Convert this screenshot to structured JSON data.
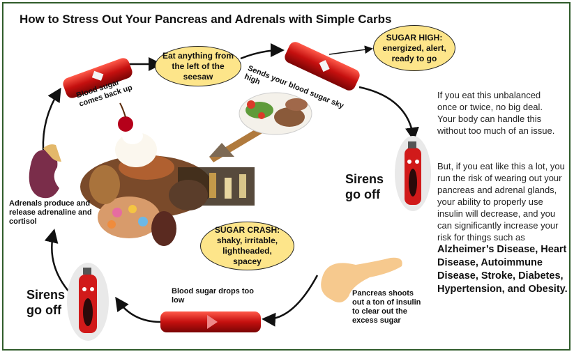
{
  "title": "How to Stress Out Your Pancreas and Adrenals with Simple Carbs",
  "steps": {
    "eat": "Eat anything from the left of the seesaw",
    "sky_high": "Sends your blood sugar sky high",
    "sugar_high": {
      "heading": "SUGAR HIGH:",
      "body": "energized, alert, ready to go"
    },
    "sirens_right": "Sirens go off",
    "pancreas": "Pancreas shoots out a ton of insulin to clear out the excess sugar",
    "drops": "Blood sugar drops too low",
    "sugar_crash": {
      "heading": "SUGAR CRASH:",
      "body": "shaky, irritable, lightheaded, spacey"
    },
    "sirens_left": "Sirens go off",
    "adrenals": "Adrenals produce and release adrenaline and cortisol",
    "comes_back": "Blood sugar comes back up"
  },
  "side_text": {
    "para1": "If you eat this unbalanced once or twice, no big deal. Your body can handle this without too much of an issue.",
    "para2": "But, if you eat like this a lot, you run the risk of wearing out your pancreas and adrenal glands, your ability to properly use insulin will decrease, and you can significantly increase your risk for things such as",
    "conditions": "Alzheimer’s Disease, Heart Disease, Autoimmune Disease, Stroke, Diabetes, Hypertension, and Obesity."
  },
  "colors": {
    "frame": "#2f5b2a",
    "oval_fill": "#fde58a",
    "tube": "#d11a1a",
    "pancreas": "#f6c98e",
    "kidney": "#7a2d4a"
  },
  "icons": [
    "blood-tube-icon",
    "fire-extinguisher-icon",
    "kidney-icon",
    "pancreas-icon",
    "seesaw-icon",
    "junk-food-icon",
    "healthy-food-icon"
  ]
}
